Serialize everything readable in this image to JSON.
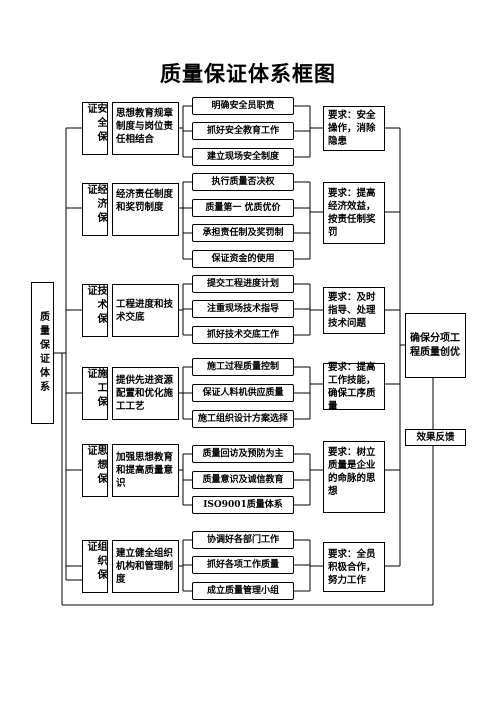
{
  "title": "质量保证体系框图",
  "root": "质量保证体系",
  "sections": [
    {
      "name": "安全保证",
      "measure": "思想教育规章制度与岗位责任相结合",
      "tasks": [
        "明确安全员职责",
        "抓好安全教育工作",
        "建立现场安全制度"
      ],
      "requirement": "要求：安全操作，消除隐患"
    },
    {
      "name": "经济保证",
      "measure": "经济责任制度和奖罚制度",
      "tasks": [
        "执行质量否决权",
        "质量第一  优质优价",
        "承担责任制及奖罚制",
        "保证资金的使用"
      ],
      "requirement": "要求：提高经济效益，按责任制奖罚"
    },
    {
      "name": "技术保证",
      "measure": "工程进度和技术交底",
      "tasks": [
        "提交工程进度计划",
        "注重现场技术指导",
        "抓好技术交底工作"
      ],
      "requirement": "要求：及时指导、处理技术问题"
    },
    {
      "name": "施工保证",
      "measure": "提供先进资源配置和优化施工工艺",
      "tasks": [
        "施工过程质量控制",
        "保证人料机供应质量",
        "施工组织设计方案选择"
      ],
      "requirement": "要求：提高工作技能，确保工序质量"
    },
    {
      "name": "思想保证",
      "measure": "加强思想教育和提高质量意识",
      "tasks": [
        "质量回访及预防为主",
        "质量意识及诚信教育",
        "ISO9001质量体系"
      ],
      "requirement": "要求：树立质量是企业的命脉的思想"
    },
    {
      "name": "组织保证",
      "measure": "建立健全组织机构和管理制度",
      "tasks": [
        "协调好各部门工作",
        "抓好各项工作质量",
        "成立质量管理小组"
      ],
      "requirement": "要求：全员积极合作，努力工作"
    }
  ],
  "goal": "确保分项工程质量创优",
  "feedback": "效果反馈"
}
